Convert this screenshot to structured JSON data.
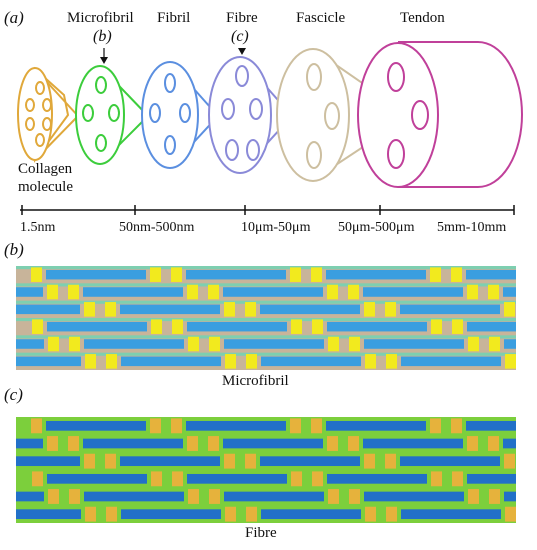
{
  "panel_a": {
    "letter": "(a)",
    "labels": {
      "microfibril": "Microfibril",
      "fibril": "Fibril",
      "fibre": "Fibre",
      "fascicle": "Fascicle",
      "tendon": "Tendon",
      "collagen_line1": "Collagen",
      "collagen_line2": "molecule"
    },
    "pointers": {
      "b": "(b)",
      "c": "(c)"
    },
    "scale": [
      "1.5nm",
      "50nm-500nm",
      "10μm-50μm",
      "50μm-500μm",
      "5mm-10mm"
    ],
    "colors": {
      "collagen": "#e0a83a",
      "microfibril": "#3ccd3c",
      "fibril": "#5b8fe0",
      "fibre": "#8a8ad8",
      "fascicle": "#cdbfa0",
      "tendon": "#c0409a"
    }
  },
  "panel_b": {
    "letter": "(b)",
    "caption": "Microfibril",
    "colors": {
      "bg": "#c8b49a",
      "rod": "#3a9ee0",
      "stripe": "#7ecfb0",
      "cap": "#f2ea1e"
    }
  },
  "panel_c": {
    "letter": "(c)",
    "caption": "Fibre",
    "colors": {
      "bg": "#7ccf3c",
      "rod": "#2270c8",
      "cap": "#e6b23c"
    }
  }
}
